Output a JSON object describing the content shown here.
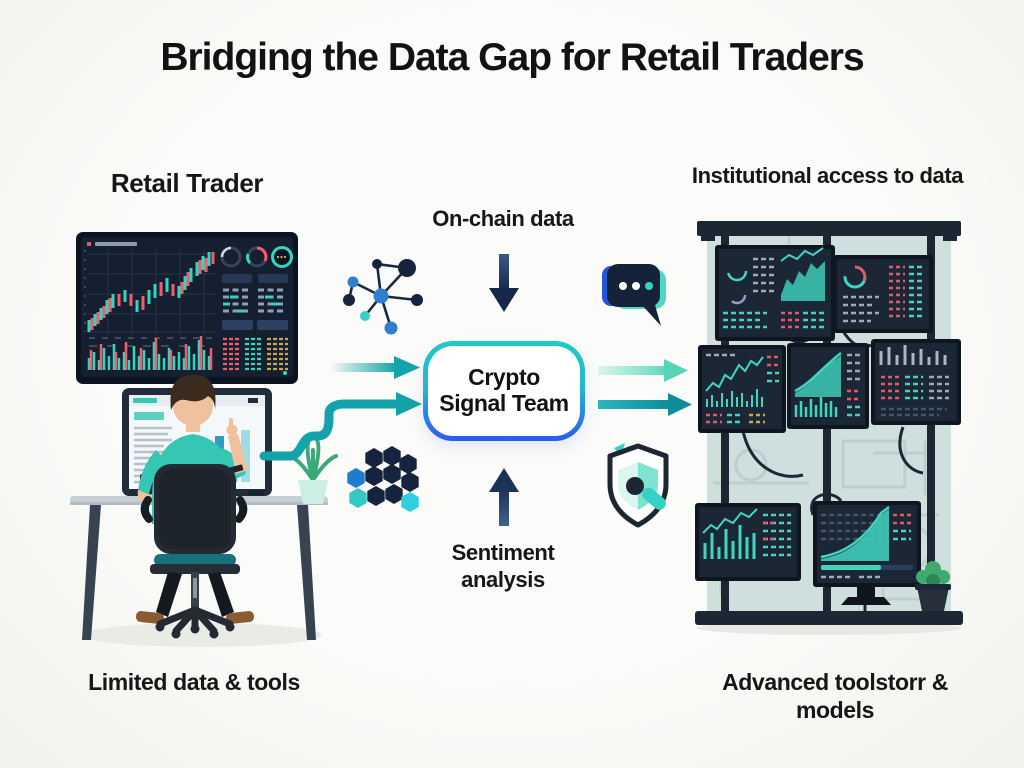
{
  "title": "Bridging the Data Gap for Retail Traders",
  "left": {
    "heading": "Retail Trader",
    "caption": "Limited data & tools"
  },
  "center": {
    "onchain_label": "On-chain data",
    "team_label": "Crypto Signal Team",
    "sentiment_label": "Sentiment analysis"
  },
  "right": {
    "heading": "Institutional access to data",
    "caption": "Advanced toolstorr & models"
  },
  "icons": {
    "network": "network-nodes-icon",
    "hexagon": "hexagon-cluster-icon",
    "chat": "chat-bubble-icon",
    "shield": "security-shield-icon"
  },
  "colors": {
    "ink": "#141414",
    "teal": "#14a3aa",
    "mint": "#62d8bd",
    "navy_arrow": "#1c3358",
    "blue": "#2a5bf0",
    "box_gradient_top": "#1ec9c9",
    "box_gradient_bottom": "#2a5bf0",
    "screen_dark": "#151f30",
    "candle_up": "#31d6c2",
    "candle_down": "#f25d6c",
    "wall_panel": "#cfdfdd"
  }
}
